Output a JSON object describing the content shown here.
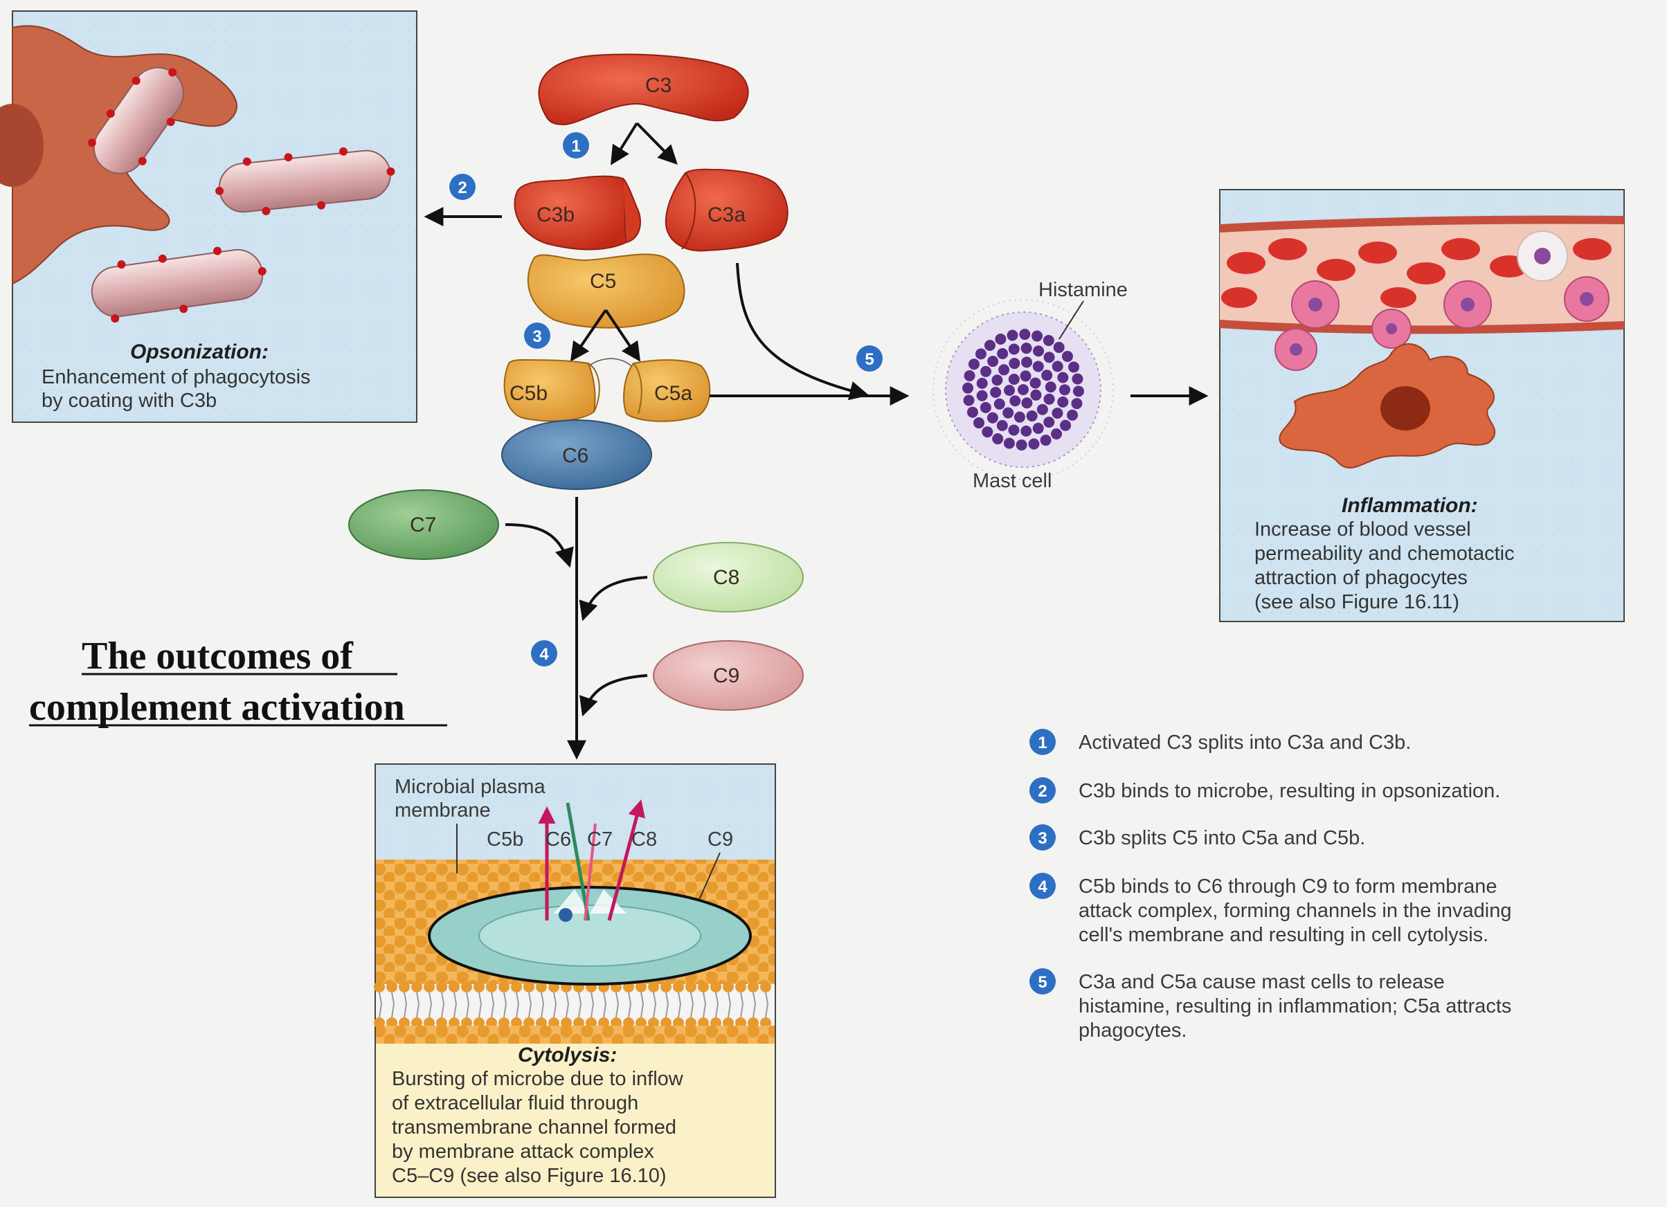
{
  "title": {
    "line1": "The  outcomes of",
    "line2": "complement activation"
  },
  "molecules": {
    "c3": "C3",
    "c3b": "C3b",
    "c3a": "C3a",
    "c5": "C5",
    "c5b": "C5b",
    "c5a": "C5a",
    "c6": "C6",
    "c7": "C7",
    "c8": "C8",
    "c9": "C9"
  },
  "steps": {
    "s1": "1",
    "s2": "2",
    "s3": "3",
    "s4": "4",
    "s5": "5"
  },
  "mast_cell": {
    "histamine_label": "Histamine",
    "cell_label": "Mast cell"
  },
  "opsonization": {
    "title": "Opsonization:",
    "line1": "Enhancement of phagocytosis",
    "line2": "by coating with C3b"
  },
  "inflammation": {
    "title": "Inflammation:",
    "line1": "Increase of blood vessel",
    "line2": "permeability and chemotactic",
    "line3": "attraction of phagocytes",
    "line4": "(see also Figure 16.11)"
  },
  "cytolysis": {
    "membrane_label_1": "Microbial plasma",
    "membrane_label_2": "membrane",
    "mac_labels": [
      "C5b",
      "C6",
      "C7",
      "C8",
      "C9"
    ],
    "title": "Cytolysis:",
    "line1": "Bursting of microbe due to inflow",
    "line2": "of extracellular fluid through",
    "line3": "transmembrane channel formed",
    "line4": "by membrane attack complex",
    "line5": "C5–C9 (see also Figure 16.10)"
  },
  "legend": {
    "items": [
      {
        "num": "1",
        "lines": [
          "Activated C3 splits into C3a and C3b."
        ]
      },
      {
        "num": "2",
        "lines": [
          "C3b binds to microbe, resulting in opsonization."
        ]
      },
      {
        "num": "3",
        "lines": [
          "C3b splits C5 into C5a and C5b."
        ]
      },
      {
        "num": "4",
        "lines": [
          "C5b binds to C6 through C9 to form membrane",
          "attack complex, forming channels in the invading",
          "cell's membrane and resulting in cell cytolysis."
        ]
      },
      {
        "num": "5",
        "lines": [
          "C3a and C5a cause mast cells to release",
          "histamine, resulting in inflammation; C5a attracts",
          "phagocytes."
        ]
      }
    ]
  },
  "colors": {
    "c3_red": "#d63a24",
    "c5_orange": "#e8a93c",
    "c6_blue": "#4e7fae",
    "c7_green": "#6aa66a",
    "c8_green": "#cde9b5",
    "c9_pink": "#e3aeae",
    "badge_blue": "#2d6fc3",
    "panel_blue": "#cfe3f0"
  }
}
